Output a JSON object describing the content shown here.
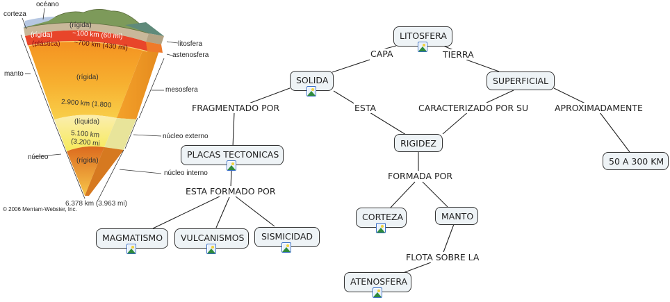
{
  "earth_diagram": {
    "labels": {
      "oceano": "océano",
      "corteza": "corteza",
      "manto": "manto",
      "nucleo": "núcleo",
      "litosfera": "litosfera",
      "astenosfera": "astenosfera",
      "mesosfera": "mesosfera",
      "nucleo_externo": "núcleo externo",
      "nucleo_interno": "núcleo interno"
    },
    "inner": {
      "crust_state": "(rígida)",
      "lithosphere_state": "(rígida)",
      "lithosphere_depth": "~100 km (60 mi)",
      "asthenosphere_state": "(plástica)",
      "asthenosphere_depth": "~700 km (430 mi)",
      "mesosphere_state": "(rígida)",
      "mantle_depth": "2.900 km (1.800",
      "outer_core_state": "(líquida)",
      "outer_core_depth_1": "5.100 km",
      "outer_core_depth_2": "(3.200 mi",
      "inner_core_state": "(rígida)",
      "center_depth": "6.378 km (3.963 mi)"
    },
    "copyright": "© 2006 Merriam-Webster, Inc.",
    "colors": {
      "crust_green": "#7d9a5a",
      "lithosphere": "#c9b89a",
      "asthenosphere": "#e8452a",
      "mantle": "#f6a423",
      "outer_core": "#f8ef8c",
      "inner_core": "#e5822a"
    }
  },
  "concept_map": {
    "nodes": {
      "litosfera": {
        "label": "LITOSFERA",
        "has_image": true
      },
      "solida": {
        "label": "SOLIDA",
        "has_image": true
      },
      "superficial": {
        "label": "SUPERFICIAL",
        "has_image": false
      },
      "placas": {
        "label": "PLACAS TECTONICAS",
        "has_image": true
      },
      "rigidez": {
        "label": "RIGIDEZ",
        "has_image": false
      },
      "km": {
        "label": "50 A 300 KM",
        "has_image": false
      },
      "magmatismo": {
        "label": "MAGMATISMO",
        "has_image": true
      },
      "vulcanismos": {
        "label": "VULCANISMOS",
        "has_image": true
      },
      "sismicidad": {
        "label": "SISMICIDAD",
        "has_image": true
      },
      "corteza": {
        "label": "CORTEZA",
        "has_image": true
      },
      "manto": {
        "label": "MANTO",
        "has_image": false
      },
      "atenosfera": {
        "label": "ATENOSFERA",
        "has_image": true
      }
    },
    "link_labels": {
      "capa": "CAPA",
      "tierra": "TIERRA",
      "fragmentado_por": "FRAGMENTADO POR",
      "esta": "ESTA",
      "caracterizado_por_su": "CARACTERIZADO POR SU",
      "aproximadamente": "APROXIMADAMENTE",
      "esta_formado_por": "ESTA FORMADO POR",
      "formada_por": "FORMADA POR",
      "flota_sobre_la": "FLOTA SOBRE LA"
    },
    "colors": {
      "node_fill": "#eef3f6",
      "node_border": "#333333",
      "line": "#222222",
      "image_icon_border": "#3a6fc4"
    }
  }
}
